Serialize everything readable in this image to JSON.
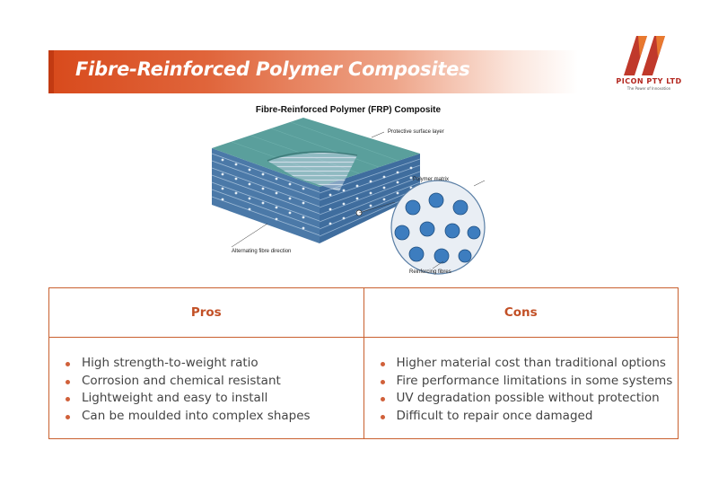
{
  "slide": {
    "title": "Fibre-Reinforced Polymer Composites"
  },
  "logo": {
    "brand": "PICON PTY LTD",
    "tagline": "The Power of Innovation",
    "icon": "double-slash-logo",
    "color": "#b3261e"
  },
  "figure": {
    "title": "Fibre-Reinforced Polymer (FRP) Composite",
    "callouts": {
      "surface": "Protective surface layer",
      "matrix": "Polymer matrix",
      "direction": "Alternating fibre direction",
      "fibres": "Reinforcing fibres"
    }
  },
  "table": {
    "headers": [
      "Pros",
      "Cons"
    ],
    "pros": [
      "High strength-to-weight ratio",
      "Corrosion and chemical resistant",
      "Lightweight and easy to install",
      "Can be moulded into complex shapes"
    ],
    "cons": [
      "Higher material cost than traditional options",
      "Fire performance limitations in some systems",
      "UV degradation possible without protection",
      "Difficult to repair once damaged"
    ]
  },
  "colors": {
    "accent": "#d84a1c",
    "header_text": "#c25026",
    "border": "#c9602f",
    "bullet": "#d0603a",
    "teal_layer": "#4f9a9a",
    "fibre_blue": "#3d7dbf"
  }
}
